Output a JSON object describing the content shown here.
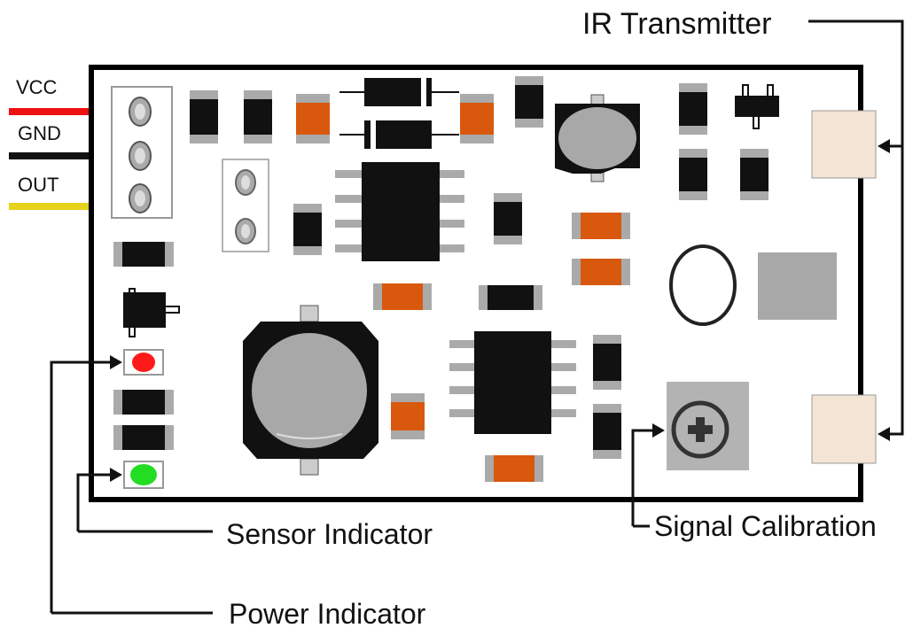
{
  "pins": {
    "vcc": "VCC",
    "gnd": "GND",
    "out": "OUT"
  },
  "callouts": {
    "ir_transmitter": "IR Transmitter",
    "sensor_indicator": "Sensor Indicator",
    "signal_calibration": "Signal Calibration",
    "power_indicator": "Power Indicator"
  },
  "colors": {
    "vcc_wire": "#ee1111",
    "gnd_wire": "#111111",
    "out_wire": "#e6d21a",
    "smd_orange": "#d8580e",
    "metal_grey": "#a8a8a8",
    "led_red": "#ff1a1a",
    "led_green": "#22dd22",
    "ir_emitter": "#f3e4d6"
  }
}
